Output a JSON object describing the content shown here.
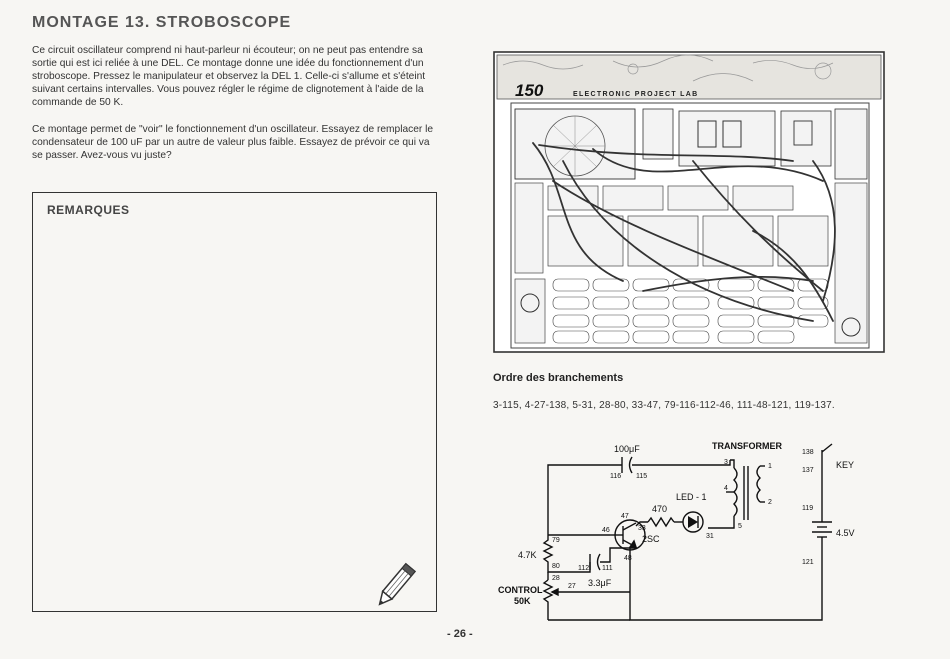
{
  "header": {
    "title": "MONTAGE 13. STROBOSCOPE"
  },
  "intro": {
    "p1": "Ce circuit oscillateur comprend ni haut-parleur ni écouteur; on ne peut pas entendre sa sortie qui est ici reliée à une DEL. Ce montage donne une idée du fonctionnement d'un stroboscope. Pressez le manipulateur et observez la DEL 1. Celle-ci s'allume et s'éteint suivant certains intervalles. Vous pouvez régler le régime de clignotement à l'aide de la commande de 50 K.",
    "p2": "Ce montage permet de \"voir\" le fonctionnement d'un oscillateur. Essayez de remplacer le condensateur de 100 uF par un autre de valeur plus faible. Essayez de prévoir ce qui va se passer. Avez-vous vu juste?"
  },
  "notes": {
    "title": "REMARQUES"
  },
  "lab": {
    "brand": "150",
    "subtitle": "ELECTRONIC PROJECT LAB"
  },
  "wiring": {
    "heading": "Ordre des branchements",
    "sequence": "3-115, 4-27-138, 5-31, 28-80, 33-47, 79-116-112-46, 111-48-121, 119-137."
  },
  "schematic": {
    "c1_value": "100μF",
    "c1_pin_a": "116",
    "c1_pin_b": "115",
    "transformer": "TRANSFORMER",
    "t_pin3": "3",
    "t_pin1": "1",
    "t_pin4": "4",
    "t_pin2": "2",
    "t_pin5": "5",
    "key": "KEY",
    "key_pin_a": "138",
    "key_pin_b": "137",
    "led": "LED - 1",
    "led_pin": "31",
    "r1_value": "470",
    "q_pin47": "47",
    "q_pin46": "46",
    "q_pin33": "33",
    "q_pin48": "48",
    "transistor": "2SC",
    "r2_value": "4.7K",
    "r2_pin_a": "79",
    "r2_pin_b": "80",
    "c2_value": "3.3μF",
    "c2_pin_a": "112",
    "c2_pin_b": "111",
    "battery": "4.5V",
    "bat_pin_a": "119",
    "bat_pin_b": "121",
    "pot_label1": "CONTROL",
    "pot_label2": "50K",
    "pot_pin_a": "28",
    "pot_pin_b": "27"
  },
  "footer": {
    "page_number": "- 26 -"
  }
}
